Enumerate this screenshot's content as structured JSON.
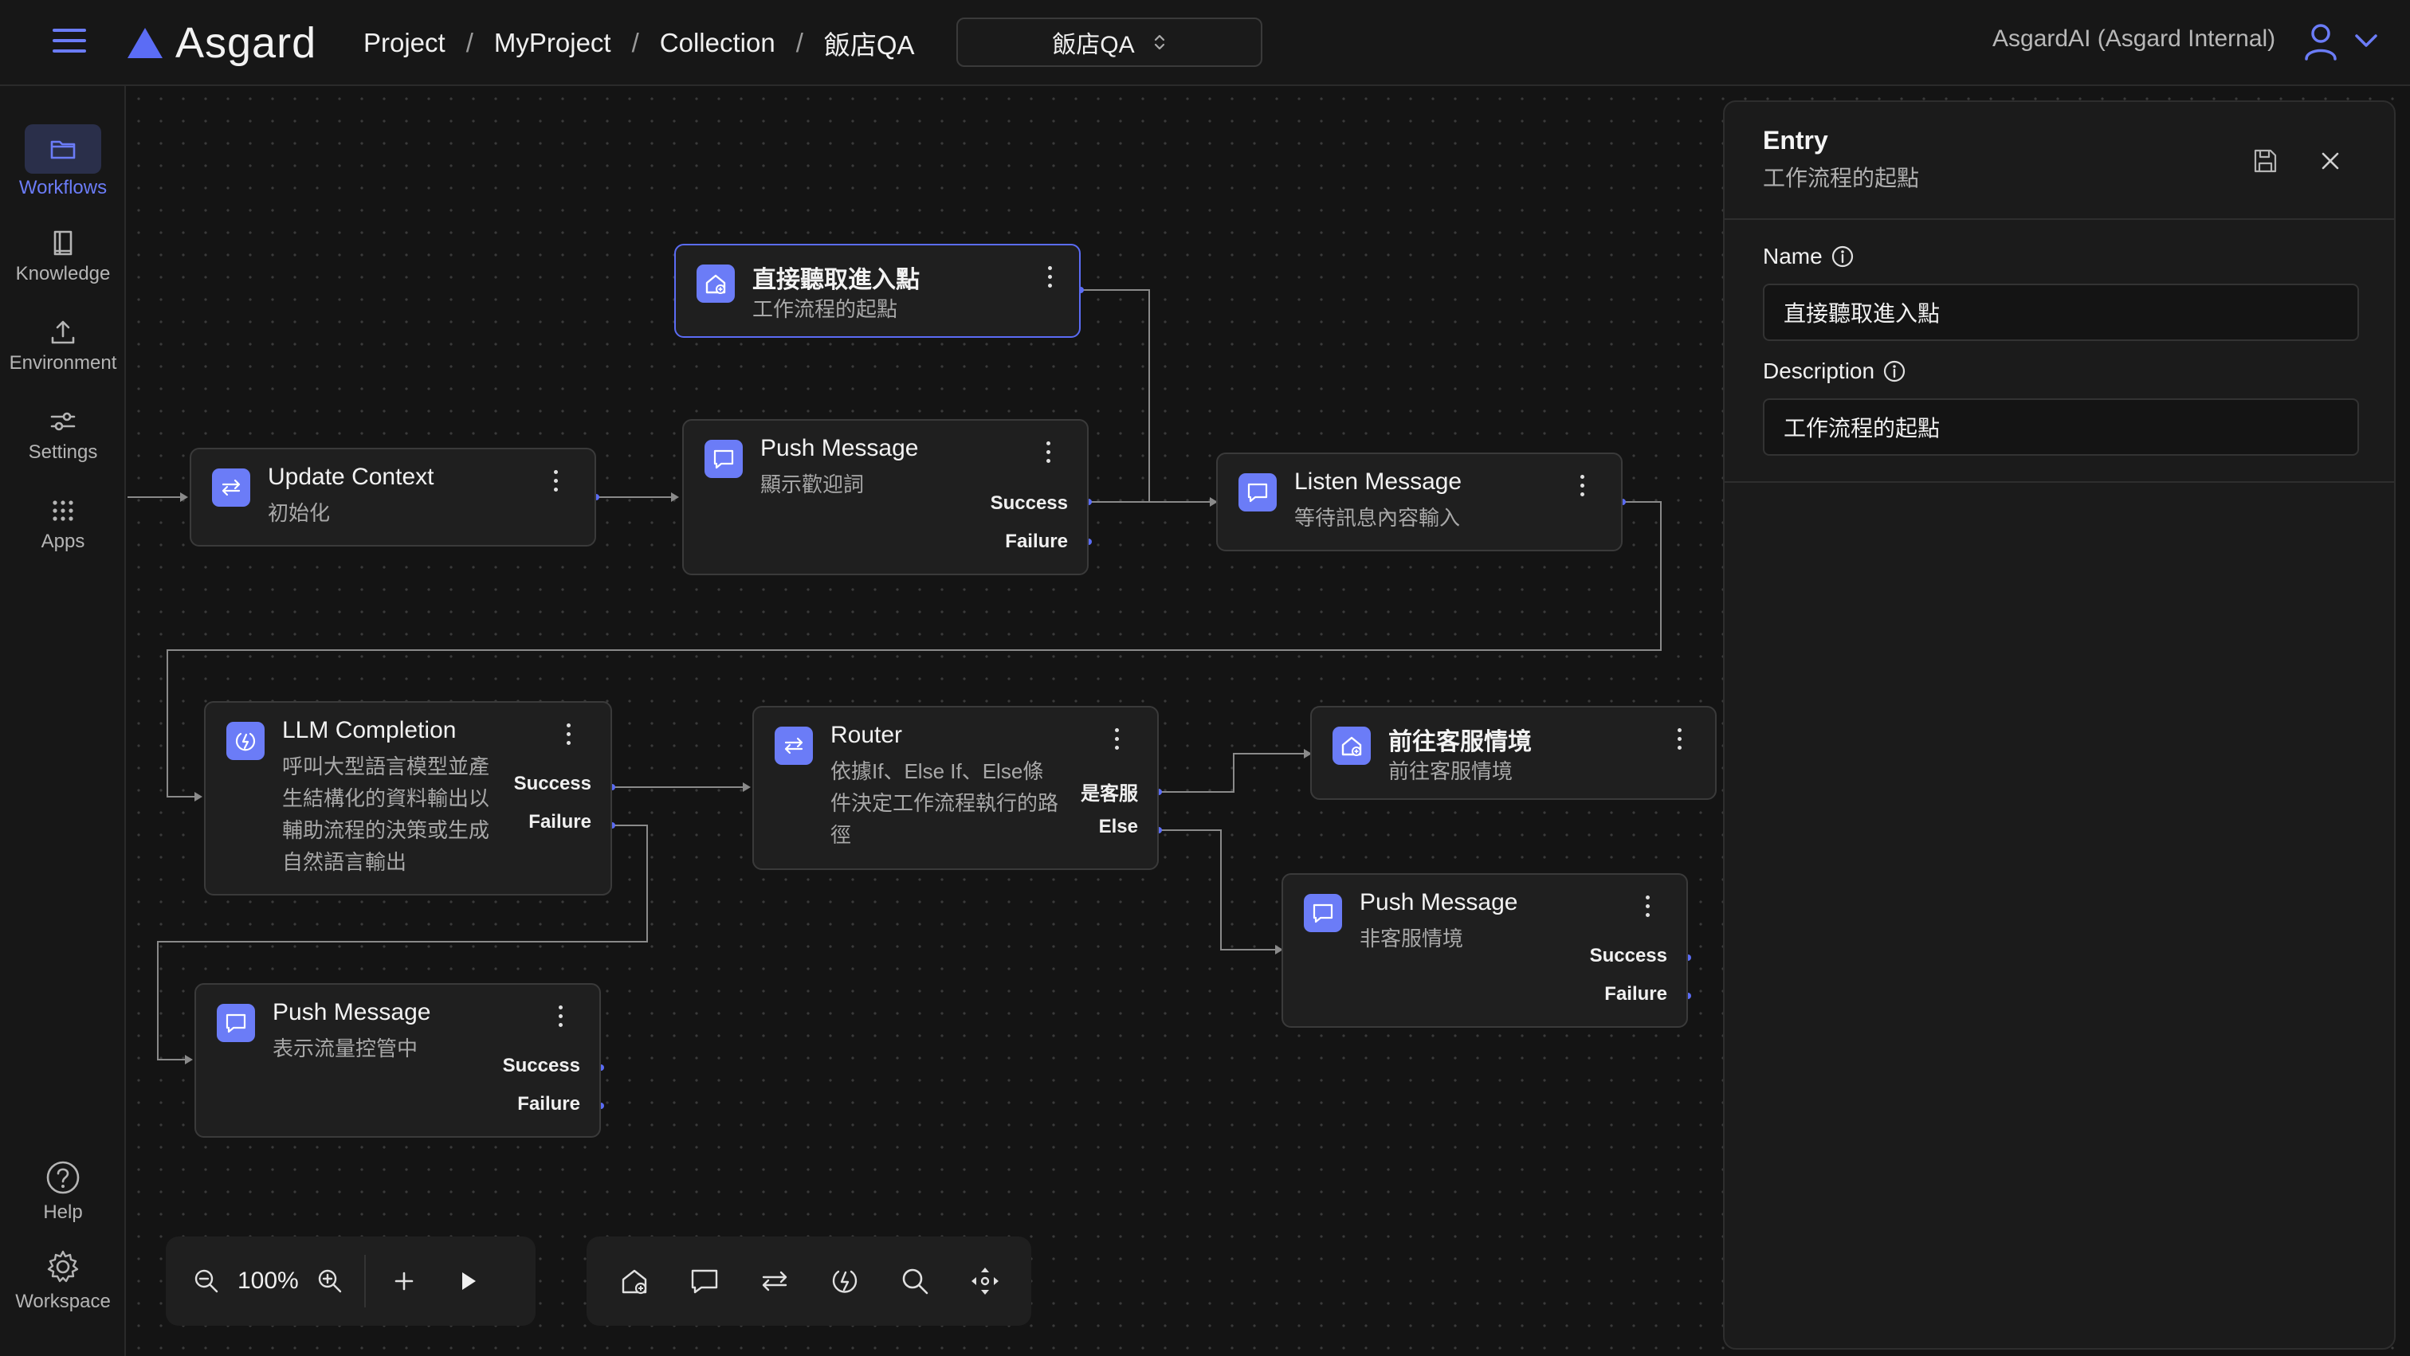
{
  "app": {
    "logo_text": "Asgard"
  },
  "breadcrumb": [
    "Project",
    "MyProject",
    "Collection",
    "飯店QA"
  ],
  "selector": {
    "value": "飯店QA"
  },
  "account": {
    "org": "AsgardAI (Asgard Internal)"
  },
  "nav": {
    "items": [
      {
        "label": "Workflows",
        "icon": "folder-icon",
        "active": true
      },
      {
        "label": "Knowledge",
        "icon": "book-icon"
      },
      {
        "label": "Environment",
        "icon": "upload-icon"
      },
      {
        "label": "Settings",
        "icon": "sliders-icon"
      },
      {
        "label": "Apps",
        "icon": "grid-icon"
      }
    ],
    "bottom": [
      {
        "label": "Help",
        "icon": "help-icon"
      },
      {
        "label": "Workspace",
        "icon": "gear-icon"
      }
    ]
  },
  "nodes": {
    "entry": {
      "title": "直接聽取進入點",
      "subtitle": "工作流程的起點",
      "icon": "home-plus-icon"
    },
    "update_context": {
      "title": "Update Context",
      "subtitle": "初始化",
      "icon": "swap-icon"
    },
    "push_welcome": {
      "title": "Push Message",
      "subtitle": "顯示歡迎詞",
      "icon": "message-icon",
      "ports": [
        "Success",
        "Failure"
      ]
    },
    "listen": {
      "title": "Listen Message",
      "subtitle": "等待訊息內容輸入",
      "icon": "message-icon"
    },
    "llm": {
      "title": "LLM Completion",
      "subtitle_lines": [
        "呼叫大型語言模型並產",
        "生結構化的資料輸出以",
        "輔助流程的決策或生成",
        "自然語言輸出"
      ],
      "icon": "llm-icon",
      "ports": [
        "Success",
        "Failure"
      ]
    },
    "router": {
      "title": "Router",
      "subtitle_lines": [
        "依據If、Else If、Else條",
        "件決定工作流程執行的路",
        "徑"
      ],
      "icon": "swap-icon",
      "ports": [
        "是客服",
        "Else"
      ]
    },
    "cs": {
      "title": "前往客服情境",
      "subtitle": "前往客服情境",
      "icon": "home-plus-icon"
    },
    "push_noncs": {
      "title": "Push Message",
      "subtitle": "非客服情境",
      "icon": "message-icon",
      "ports": [
        "Success",
        "Failure"
      ]
    },
    "push_flow": {
      "title": "Push Message",
      "subtitle": "表示流量控管中",
      "icon": "message-icon",
      "ports": [
        "Success",
        "Failure"
      ]
    }
  },
  "zoom": {
    "level": "100%"
  },
  "panel": {
    "title": "Entry",
    "subtitle": "工作流程的起點",
    "name_label": "Name",
    "name_value": "直接聽取進入點",
    "description_label": "Description",
    "description_value": "工作流程的起點"
  },
  "colors": {
    "accent": "#5b6cf5",
    "node_bg": "#1f1f1f",
    "canvas_bg": "#141414"
  }
}
